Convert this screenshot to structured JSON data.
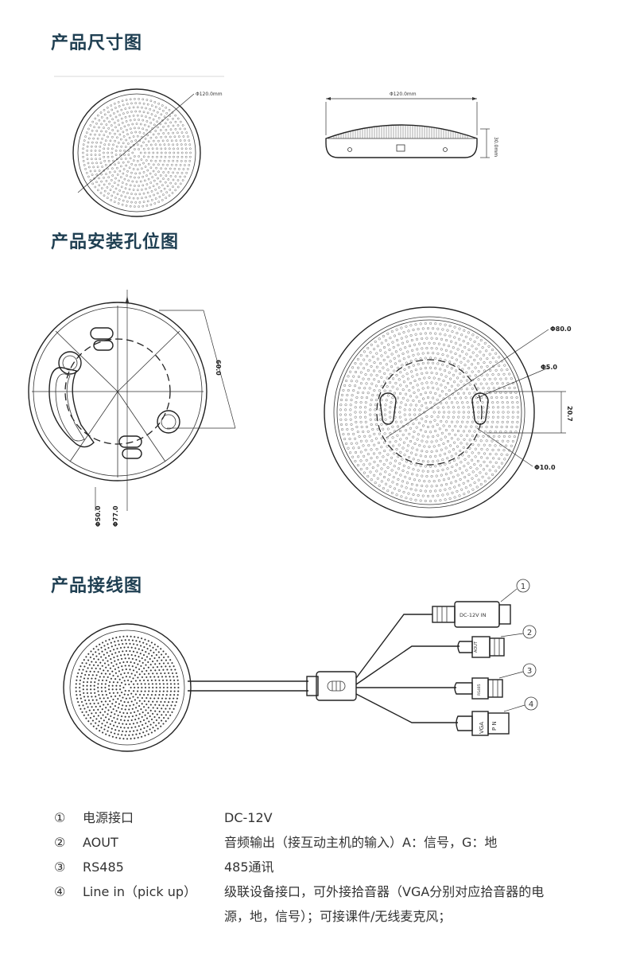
{
  "sections": {
    "dimensions_title": "产品尺寸图",
    "mount_title": "产品安装孔位图",
    "wiring_title": "产品接线图"
  },
  "dimensions": {
    "front_diameter": "Φ120.0mm",
    "side_width": "Φ120.0mm",
    "side_height": "30.0mm"
  },
  "mount": {
    "back_dim_right": "60.0",
    "back_dim_bottom_1": "Φ50.0",
    "back_dim_bottom_2": "Φ77.0",
    "front_dim_1": "Φ80.0",
    "front_dim_2": "Φ5.0",
    "front_dim_3": "20.7",
    "front_dim_4": "Φ10.0"
  },
  "wiring": {
    "dc_label": "DC-12V IN",
    "aout_label": "AOUT",
    "rs485_label": "RS485",
    "vga_label": "VGA",
    "pn_label": "P N",
    "callout_1": "1",
    "callout_2": "2",
    "callout_3": "3",
    "callout_4": "4"
  },
  "legend": [
    {
      "num": "①",
      "name": "电源接口",
      "desc": "DC-12V",
      "desc2": ""
    },
    {
      "num": "②",
      "name": "AOUT",
      "desc": "音频输出（接互动主机的输入）A：信号，G：地",
      "desc2": ""
    },
    {
      "num": "③",
      "name": "RS485",
      "desc": "485通讯",
      "desc2": ""
    },
    {
      "num": "④",
      "name": "Line in（pick up）",
      "desc": "级联设备接口，可外接拾音器（VGA分别对应拾音器的电",
      "desc2": "源，地，信号）；可接课件/无线麦克风；"
    }
  ]
}
